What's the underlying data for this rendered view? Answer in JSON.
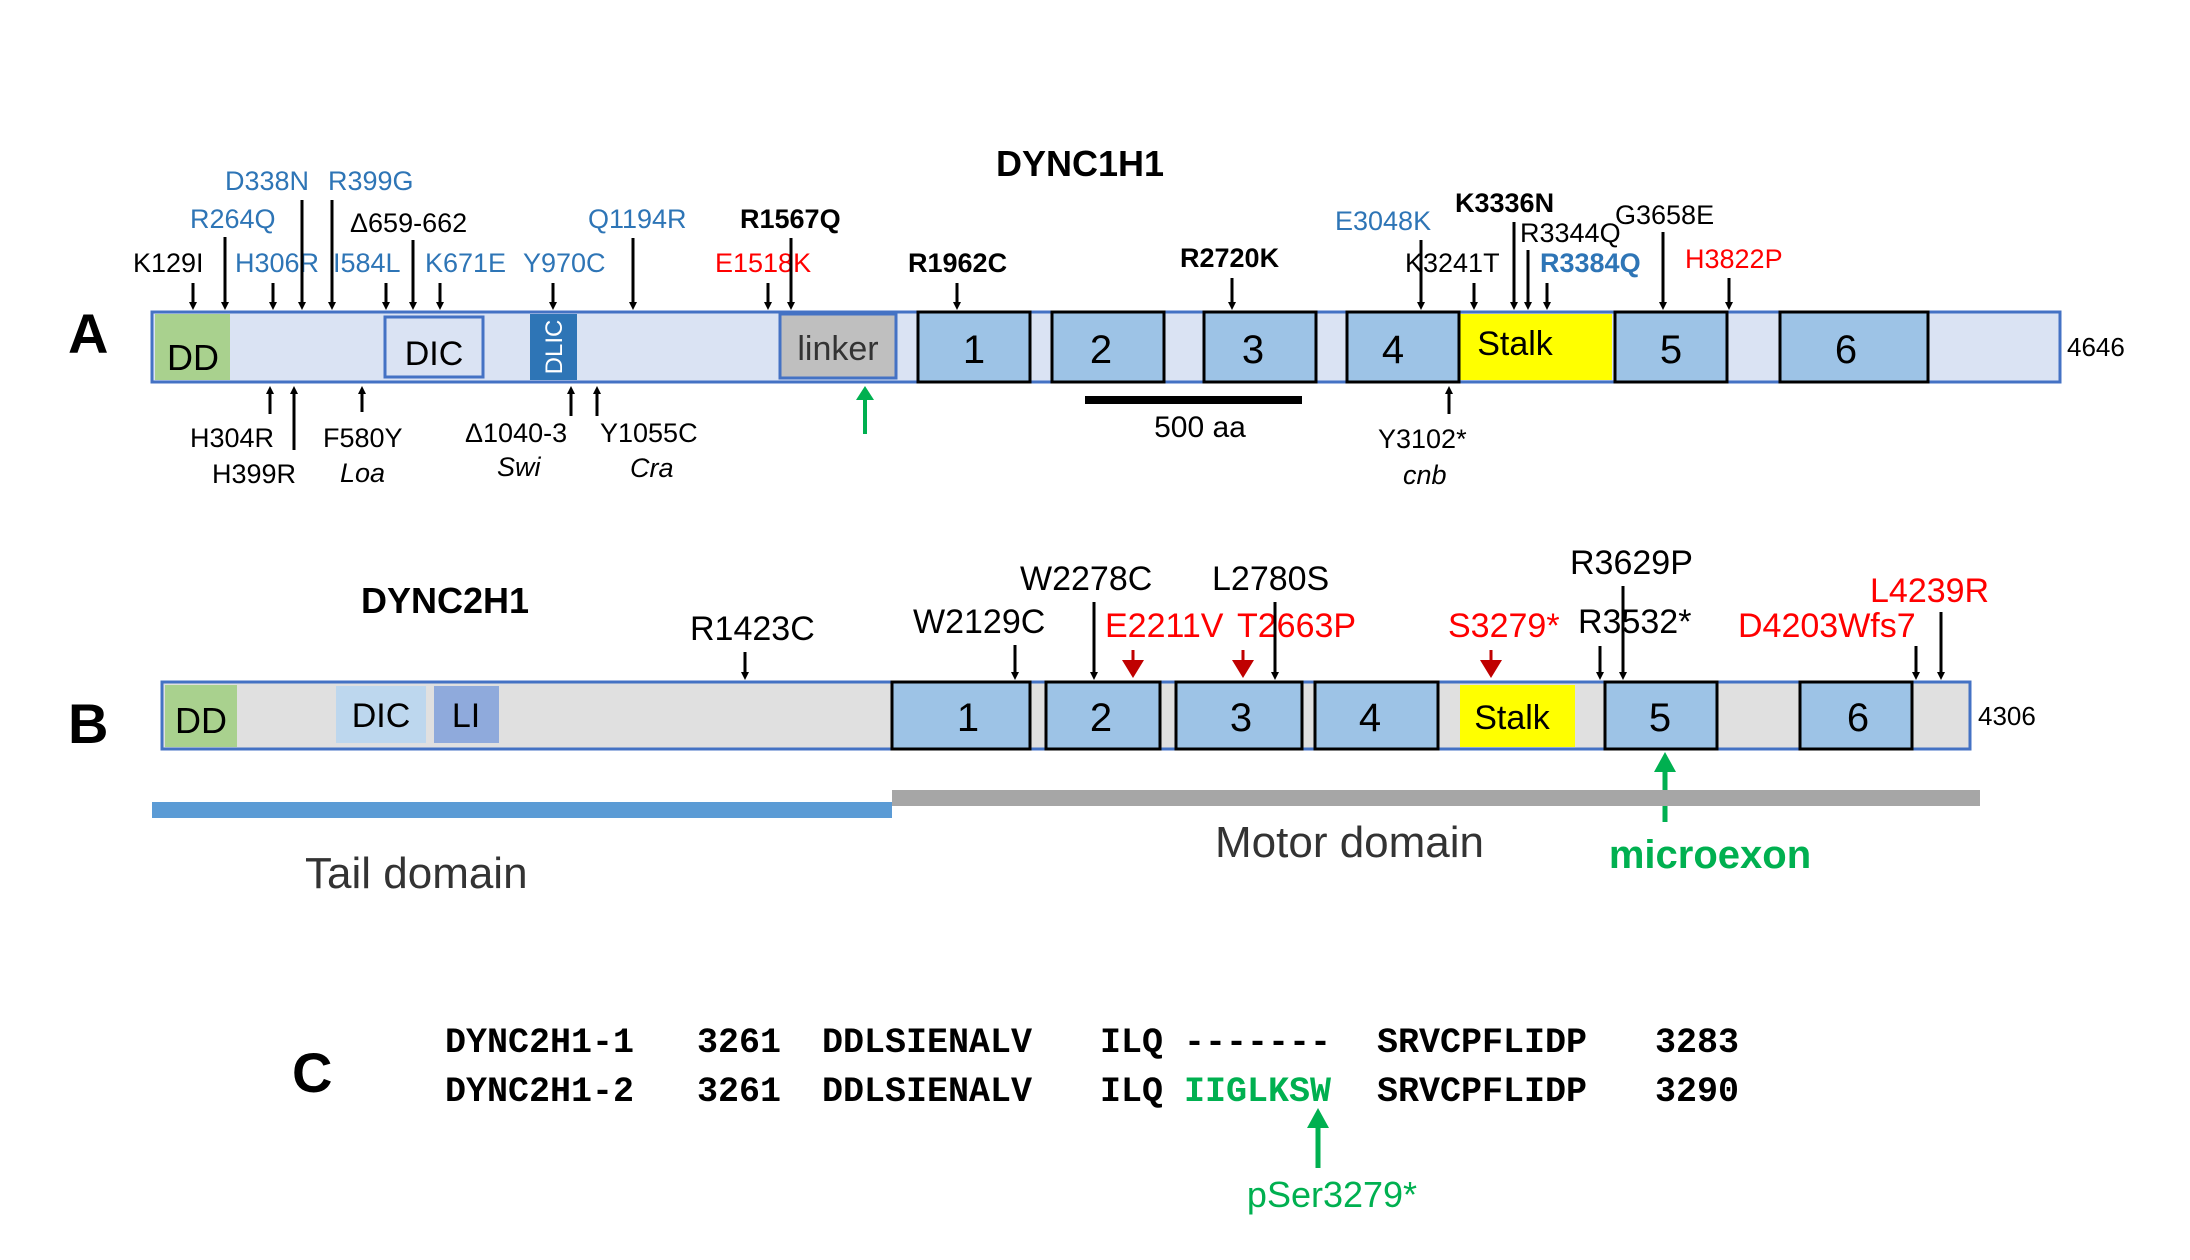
{
  "colors": {
    "bar_a": "#dae3f3",
    "bar_b": "#e0e0e0",
    "bar_stroke": "#4472c4",
    "box_fill": "#9dc3e6",
    "dd": "#a9d18e",
    "dic_b": "#bdd7ee",
    "li_b": "#8faadc",
    "dlic": "#2e75b6",
    "linker": "#bfbfbf",
    "stalk": "#ffff00",
    "blue_text": "#2e75b6",
    "red_text": "#ff0000",
    "dark_red_arrow": "#c00000",
    "green": "#00b050",
    "tail_bar": "#5b9bd5",
    "motor_bar": "#a6a6a6"
  },
  "panel_labels": {
    "a": "A",
    "b": "B",
    "c": "C"
  },
  "panel_a": {
    "title": "DYNC1H1",
    "length": "4646",
    "scale_label": "500 aa",
    "domains": {
      "dd": "DD",
      "dic": "DIC",
      "dlic": "DLIC",
      "linker": "linker",
      "stalk": "Stalk"
    },
    "motor_boxes": [
      "1",
      "2",
      "3",
      "4",
      "5",
      "6"
    ],
    "above_labels": [
      {
        "text": "K129I",
        "color": "black",
        "bold": false
      },
      {
        "text": "R264Q",
        "color": "blue",
        "bold": false
      },
      {
        "text": "D338N",
        "color": "blue",
        "bold": false
      },
      {
        "text": "R399G",
        "color": "blue",
        "bold": false
      },
      {
        "text": "H306R",
        "color": "blue",
        "bold": false
      },
      {
        "text": "I584L",
        "color": "blue",
        "bold": false
      },
      {
        "text": "Δ659-662",
        "color": "black",
        "bold": false
      },
      {
        "text": "K671E",
        "color": "blue",
        "bold": false
      },
      {
        "text": "Y970C",
        "color": "blue",
        "bold": false
      },
      {
        "text": "Q1194R",
        "color": "blue",
        "bold": false
      },
      {
        "text": "E1518K",
        "color": "red",
        "bold": false
      },
      {
        "text": "R1567Q",
        "color": "black",
        "bold": true
      },
      {
        "text": "R1962C",
        "color": "black",
        "bold": true
      },
      {
        "text": "R2720K",
        "color": "black",
        "bold": true
      },
      {
        "text": "E3048K",
        "color": "blue",
        "bold": false
      },
      {
        "text": "K3241T",
        "color": "black",
        "bold": false
      },
      {
        "text": "K3336N",
        "color": "black",
        "bold": true
      },
      {
        "text": "R3344Q",
        "color": "black",
        "bold": false
      },
      {
        "text": "R3384Q",
        "color": "blue",
        "bold": true
      },
      {
        "text": "G3658E",
        "color": "black",
        "bold": false
      },
      {
        "text": "H3822P",
        "color": "red",
        "bold": false
      }
    ],
    "below_labels": [
      {
        "text": "H304R"
      },
      {
        "text": "H399R"
      },
      {
        "text": "F580Y"
      },
      {
        "text": "Loa",
        "italic": true
      },
      {
        "text": "Δ1040-3"
      },
      {
        "text": "Swi",
        "italic": true
      },
      {
        "text": "Y1055C"
      },
      {
        "text": "Cra",
        "italic": true
      },
      {
        "text": "Y3102*"
      },
      {
        "text": "cnb",
        "italic": true
      }
    ]
  },
  "panel_b": {
    "title": "DYNC2H1",
    "length": "4306",
    "domains": {
      "dd": "DD",
      "dic": "DIC",
      "li": "LI",
      "stalk": "Stalk"
    },
    "motor_boxes": [
      "1",
      "2",
      "3",
      "4",
      "5",
      "6"
    ],
    "above_labels": [
      {
        "text": "R1423C",
        "color": "black"
      },
      {
        "text": "W2129C",
        "color": "black"
      },
      {
        "text": "W2278C",
        "color": "black"
      },
      {
        "text": "E2211V",
        "color": "red"
      },
      {
        "text": "L2780S",
        "color": "black"
      },
      {
        "text": "T2663P",
        "color": "red"
      },
      {
        "text": "S3279*",
        "color": "red"
      },
      {
        "text": "R3629P",
        "color": "black"
      },
      {
        "text": "R3532*",
        "color": "black"
      },
      {
        "text": "L4239R",
        "color": "red"
      },
      {
        "text": "D4203Wfs7",
        "color": "red"
      }
    ],
    "tail_label": "Tail domain",
    "motor_label": "Motor domain",
    "microexon_label": "microexon"
  },
  "panel_c": {
    "row1": {
      "name": "DYNC2H1-1",
      "start": "3261",
      "seq1": "DDLSIENALV",
      "seq2a": "ILQ",
      "insert": "-------",
      "seq3": "SRVCPFLIDP",
      "end": "3283"
    },
    "row2": {
      "name": "DYNC2H1-2",
      "start": "3261",
      "seq1": "DDLSIENALV",
      "seq2a": "ILQ",
      "insert": "IIGLKSW",
      "seq3": "SRVCPFLIDP",
      "end": "3290"
    },
    "annotation": "pSer3279*"
  }
}
